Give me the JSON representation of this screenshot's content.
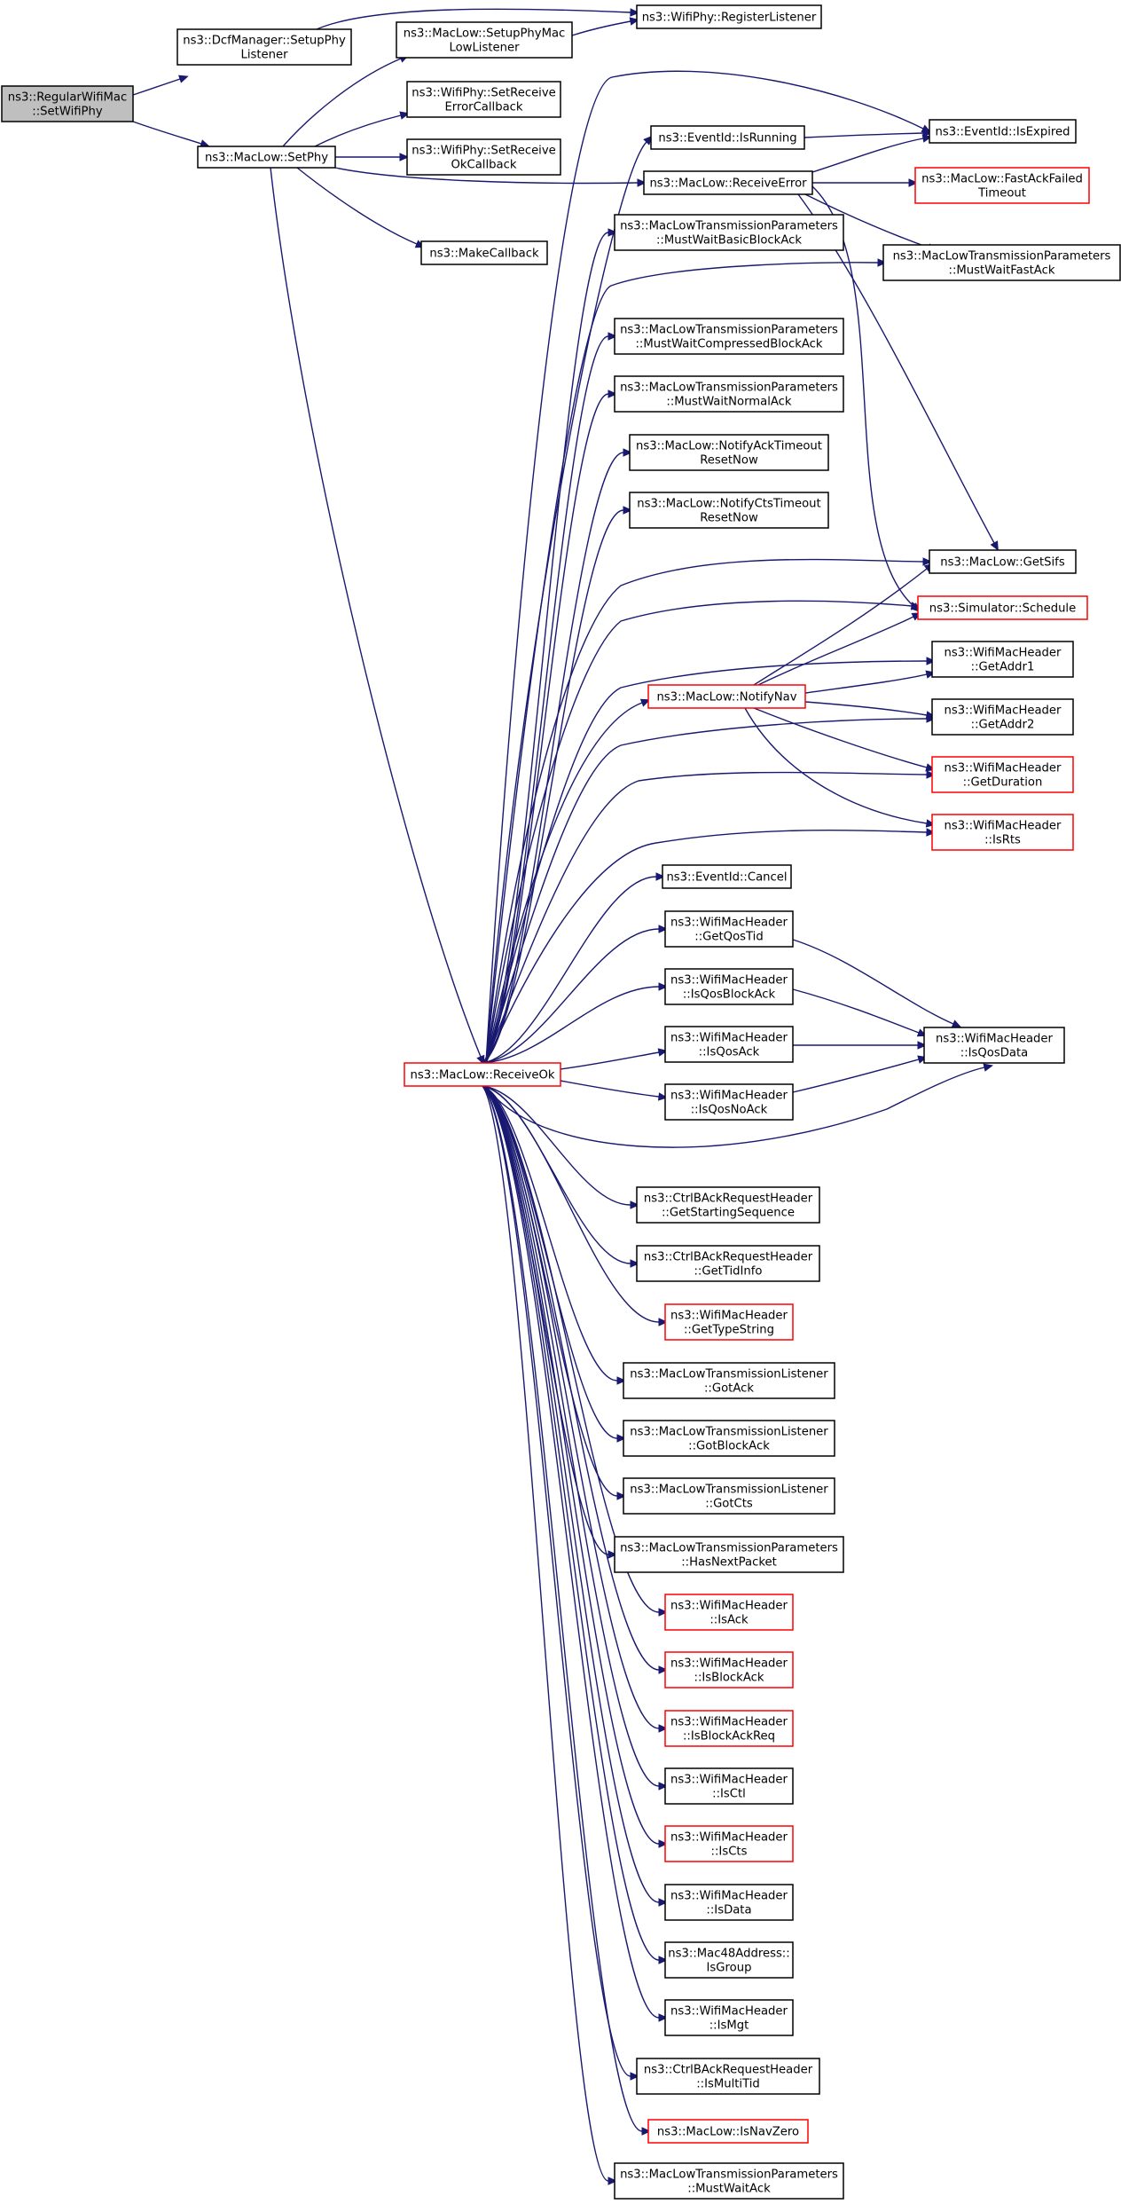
{
  "colors": {
    "edge": "#191970",
    "node_border": "#000000",
    "node_border_truncated": "#ff0000",
    "root_fill": "#bfbfbf",
    "node_fill": "#ffffff"
  },
  "nodes": [
    {
      "id": "root",
      "lines": [
        "ns3::RegularWifiMac",
        "::SetWifiPhy"
      ],
      "style": "root"
    },
    {
      "id": "dcf",
      "lines": [
        "ns3::DcfManager::SetupPhy",
        "Listener"
      ],
      "style": "normal"
    },
    {
      "id": "setphy",
      "lines": [
        "ns3::MacLow::SetPhy"
      ],
      "style": "normal"
    },
    {
      "id": "setupphymac",
      "lines": [
        "ns3::MacLow::SetupPhyMac",
        "LowListener"
      ],
      "style": "normal"
    },
    {
      "id": "reglistener",
      "lines": [
        "ns3::WifiPhy::RegisterListener"
      ],
      "style": "normal"
    },
    {
      "id": "setrecverr",
      "lines": [
        "ns3::WifiPhy::SetReceive",
        "ErrorCallback"
      ],
      "style": "normal"
    },
    {
      "id": "setrecvok",
      "lines": [
        "ns3::WifiPhy::SetReceive",
        "OkCallback"
      ],
      "style": "normal"
    },
    {
      "id": "makecb",
      "lines": [
        "ns3::MakeCallback"
      ],
      "style": "normal"
    },
    {
      "id": "isrunning",
      "lines": [
        "ns3::EventId::IsRunning"
      ],
      "style": "normal"
    },
    {
      "id": "isexpired",
      "lines": [
        "ns3::EventId::IsExpired"
      ],
      "style": "normal"
    },
    {
      "id": "recverr",
      "lines": [
        "ns3::MacLow::ReceiveError"
      ],
      "style": "normal"
    },
    {
      "id": "fastack",
      "lines": [
        "ns3::MacLow::FastAckFailed",
        "Timeout"
      ],
      "style": "red"
    },
    {
      "id": "mwbasic",
      "lines": [
        "ns3::MacLowTransmissionParameters",
        "::MustWaitBasicBlockAck"
      ],
      "style": "normal"
    },
    {
      "id": "mwfast",
      "lines": [
        "ns3::MacLowTransmissionParameters",
        "::MustWaitFastAck"
      ],
      "style": "normal"
    },
    {
      "id": "mwcomp",
      "lines": [
        "ns3::MacLowTransmissionParameters",
        "::MustWaitCompressedBlockAck"
      ],
      "style": "normal"
    },
    {
      "id": "mwnormal",
      "lines": [
        "ns3::MacLowTransmissionParameters",
        "::MustWaitNormalAck"
      ],
      "style": "normal"
    },
    {
      "id": "notifyack",
      "lines": [
        "ns3::MacLow::NotifyAckTimeout",
        "ResetNow"
      ],
      "style": "normal"
    },
    {
      "id": "notifycts",
      "lines": [
        "ns3::MacLow::NotifyCtsTimeout",
        "ResetNow"
      ],
      "style": "normal"
    },
    {
      "id": "getsifs",
      "lines": [
        "ns3::MacLow::GetSifs"
      ],
      "style": "normal"
    },
    {
      "id": "schedule",
      "lines": [
        "ns3::Simulator::Schedule"
      ],
      "style": "red"
    },
    {
      "id": "getaddr1",
      "lines": [
        "ns3::WifiMacHeader",
        "::GetAddr1"
      ],
      "style": "normal"
    },
    {
      "id": "notifynav",
      "lines": [
        "ns3::MacLow::NotifyNav"
      ],
      "style": "red"
    },
    {
      "id": "getaddr2",
      "lines": [
        "ns3::WifiMacHeader",
        "::GetAddr2"
      ],
      "style": "normal"
    },
    {
      "id": "getduration",
      "lines": [
        "ns3::WifiMacHeader",
        "::GetDuration"
      ],
      "style": "red"
    },
    {
      "id": "isrts",
      "lines": [
        "ns3::WifiMacHeader",
        "::IsRts"
      ],
      "style": "red"
    },
    {
      "id": "cancel",
      "lines": [
        "ns3::EventId::Cancel"
      ],
      "style": "normal"
    },
    {
      "id": "getqostid",
      "lines": [
        "ns3::WifiMacHeader",
        "::GetQosTid"
      ],
      "style": "normal"
    },
    {
      "id": "isqosblockack",
      "lines": [
        "ns3::WifiMacHeader",
        "::IsQosBlockAck"
      ],
      "style": "normal"
    },
    {
      "id": "isqosack",
      "lines": [
        "ns3::WifiMacHeader",
        "::IsQosAck"
      ],
      "style": "normal"
    },
    {
      "id": "isqosdata",
      "lines": [
        "ns3::WifiMacHeader",
        "::IsQosData"
      ],
      "style": "normal"
    },
    {
      "id": "recvok",
      "lines": [
        "ns3::MacLow::ReceiveOk"
      ],
      "style": "red"
    },
    {
      "id": "isqosnoack",
      "lines": [
        "ns3::WifiMacHeader",
        "::IsQosNoAck"
      ],
      "style": "normal"
    },
    {
      "id": "getstartseq",
      "lines": [
        "ns3::CtrlBAckRequestHeader",
        "::GetStartingSequence"
      ],
      "style": "normal"
    },
    {
      "id": "gettidinfo",
      "lines": [
        "ns3::CtrlBAckRequestHeader",
        "::GetTidInfo"
      ],
      "style": "normal"
    },
    {
      "id": "gettypestring",
      "lines": [
        "ns3::WifiMacHeader",
        "::GetTypeString"
      ],
      "style": "red"
    },
    {
      "id": "gotack",
      "lines": [
        "ns3::MacLowTransmissionListener",
        "::GotAck"
      ],
      "style": "normal"
    },
    {
      "id": "gotblockack",
      "lines": [
        "ns3::MacLowTransmissionListener",
        "::GotBlockAck"
      ],
      "style": "normal"
    },
    {
      "id": "gotcts",
      "lines": [
        "ns3::MacLowTransmissionListener",
        "::GotCts"
      ],
      "style": "normal"
    },
    {
      "id": "hasnext",
      "lines": [
        "ns3::MacLowTransmissionParameters",
        "::HasNextPacket"
      ],
      "style": "normal"
    },
    {
      "id": "isack",
      "lines": [
        "ns3::WifiMacHeader",
        "::IsAck"
      ],
      "style": "red"
    },
    {
      "id": "isblockack",
      "lines": [
        "ns3::WifiMacHeader",
        "::IsBlockAck"
      ],
      "style": "red"
    },
    {
      "id": "isblockackreq",
      "lines": [
        "ns3::WifiMacHeader",
        "::IsBlockAckReq"
      ],
      "style": "red"
    },
    {
      "id": "isctl",
      "lines": [
        "ns3::WifiMacHeader",
        "::IsCtl"
      ],
      "style": "normal"
    },
    {
      "id": "iscts",
      "lines": [
        "ns3::WifiMacHeader",
        "::IsCts"
      ],
      "style": "red"
    },
    {
      "id": "isdata",
      "lines": [
        "ns3::WifiMacHeader",
        "::IsData"
      ],
      "style": "normal"
    },
    {
      "id": "isgroup",
      "lines": [
        "ns3::Mac48Address::",
        "IsGroup"
      ],
      "style": "normal"
    },
    {
      "id": "ismgt",
      "lines": [
        "ns3::WifiMacHeader",
        "::IsMgt"
      ],
      "style": "normal"
    },
    {
      "id": "ismultitid",
      "lines": [
        "ns3::CtrlBAckRequestHeader",
        "::IsMultiTid"
      ],
      "style": "normal"
    },
    {
      "id": "isnavzero",
      "lines": [
        "ns3::MacLow::IsNavZero"
      ],
      "style": "red"
    },
    {
      "id": "mwack",
      "lines": [
        "ns3::MacLowTransmissionParameters",
        "::MustWaitAck"
      ],
      "style": "normal"
    }
  ],
  "edges": [
    [
      "root",
      "dcf"
    ],
    [
      "root",
      "setphy"
    ],
    [
      "dcf",
      "reglistener"
    ],
    [
      "setphy",
      "setupphymac"
    ],
    [
      "setphy",
      "setrecverr"
    ],
    [
      "setphy",
      "setrecvok"
    ],
    [
      "setphy",
      "makecb"
    ],
    [
      "setphy",
      "recverr"
    ],
    [
      "setphy",
      "recvok"
    ],
    [
      "setupphymac",
      "reglistener"
    ],
    [
      "isrunning",
      "isexpired"
    ],
    [
      "recverr",
      "isexpired"
    ],
    [
      "recverr",
      "fastack"
    ],
    [
      "recverr",
      "mwfast"
    ],
    [
      "recverr",
      "getsifs"
    ],
    [
      "recverr",
      "schedule"
    ],
    [
      "notifynav",
      "getsifs"
    ],
    [
      "notifynav",
      "schedule"
    ],
    [
      "notifynav",
      "getaddr1"
    ],
    [
      "notifynav",
      "getaddr2"
    ],
    [
      "notifynav",
      "getduration"
    ],
    [
      "notifynav",
      "isrts"
    ],
    [
      "getqostid",
      "isqosdata"
    ],
    [
      "isqosblockack",
      "isqosdata"
    ],
    [
      "isqosack",
      "isqosdata"
    ],
    [
      "isqosnoack",
      "isqosdata"
    ],
    [
      "recvok",
      "isexpired"
    ],
    [
      "recvok",
      "isrunning"
    ],
    [
      "recvok",
      "mwbasic"
    ],
    [
      "recvok",
      "mwfast"
    ],
    [
      "recvok",
      "mwcomp"
    ],
    [
      "recvok",
      "mwnormal"
    ],
    [
      "recvok",
      "notifyack"
    ],
    [
      "recvok",
      "notifycts"
    ],
    [
      "recvok",
      "getsifs"
    ],
    [
      "recvok",
      "schedule"
    ],
    [
      "recvok",
      "getaddr1"
    ],
    [
      "recvok",
      "notifynav"
    ],
    [
      "recvok",
      "getaddr2"
    ],
    [
      "recvok",
      "getduration"
    ],
    [
      "recvok",
      "isrts"
    ],
    [
      "recvok",
      "cancel"
    ],
    [
      "recvok",
      "getqostid"
    ],
    [
      "recvok",
      "isqosblockack"
    ],
    [
      "recvok",
      "isqosack"
    ],
    [
      "recvok",
      "isqosnoack"
    ],
    [
      "recvok",
      "isqosdata"
    ],
    [
      "recvok",
      "getstartseq"
    ],
    [
      "recvok",
      "gettidinfo"
    ],
    [
      "recvok",
      "gettypestring"
    ],
    [
      "recvok",
      "gotack"
    ],
    [
      "recvok",
      "gotblockack"
    ],
    [
      "recvok",
      "gotcts"
    ],
    [
      "recvok",
      "hasnext"
    ],
    [
      "recvok",
      "isack"
    ],
    [
      "recvok",
      "isblockack"
    ],
    [
      "recvok",
      "isblockackreq"
    ],
    [
      "recvok",
      "isctl"
    ],
    [
      "recvok",
      "iscts"
    ],
    [
      "recvok",
      "isdata"
    ],
    [
      "recvok",
      "isgroup"
    ],
    [
      "recvok",
      "ismgt"
    ],
    [
      "recvok",
      "ismultitid"
    ],
    [
      "recvok",
      "isnavzero"
    ],
    [
      "recvok",
      "mwack"
    ]
  ]
}
